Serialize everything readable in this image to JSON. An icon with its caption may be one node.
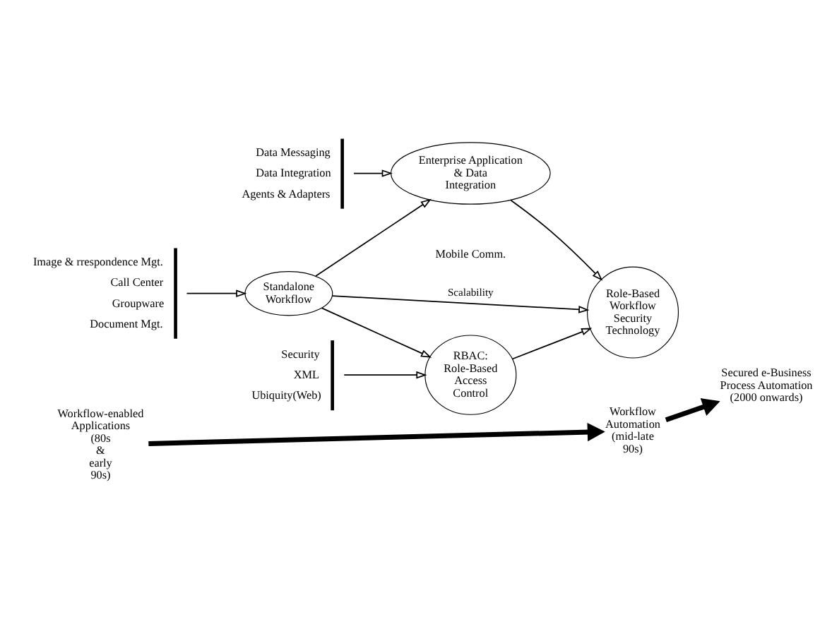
{
  "diagram": {
    "nodes": [
      {
        "text": [
          "Image & rrespondence Mgt.",
          "Call Center",
          "Groupware",
          "Document Mgt."
        ]
      },
      {
        "text": [
          "Data Messaging",
          "Data Integration",
          "Agents & Adapters"
        ]
      },
      {
        "text": [
          "Enterprise Application & Data Integration"
        ]
      },
      {
        "text": [
          "Standalone Workflow"
        ]
      },
      {
        "text": [
          "Role-Based Workflow Security Technology"
        ]
      },
      {
        "text": [
          "Security",
          "XML",
          "Ubiquity(Web)"
        ]
      },
      {
        "text": [
          "RBAC: Role-Based Access Control"
        ]
      },
      {
        "text": [
          "Workflow-enabled Applications (80s & early 90s)"
        ]
      },
      {
        "text": [
          "Workflow Automation (mid-late 90s)"
        ]
      },
      {
        "text": [
          "Secured e-Business Process Automation (2000 onwards)"
        ]
      }
    ],
    "edges": [
      {
        "from": 0,
        "to": 3,
        "arrow": "to"
      },
      {
        "from": 1,
        "to": 2,
        "arrow": "to"
      },
      {
        "from": 3,
        "to": 2,
        "arrow": "to"
      },
      {
        "from": 3,
        "to": 4,
        "arrow": "to",
        "label": "Scalability"
      },
      {
        "from": 3,
        "to": 6,
        "arrow": "to"
      },
      {
        "from": 2,
        "to": 4,
        "arrow": "to"
      },
      {
        "from": 6,
        "to": 4,
        "arrow": "to"
      },
      {
        "from": 5,
        "to": 6,
        "arrow": "to"
      },
      {
        "from": 7,
        "to": 8,
        "arrow": "to",
        "style": "thick"
      },
      {
        "from": 8,
        "to": 9,
        "arrow": "to",
        "style": "thick"
      }
    ],
    "labels": [
      "Mobile Comm."
    ]
  }
}
